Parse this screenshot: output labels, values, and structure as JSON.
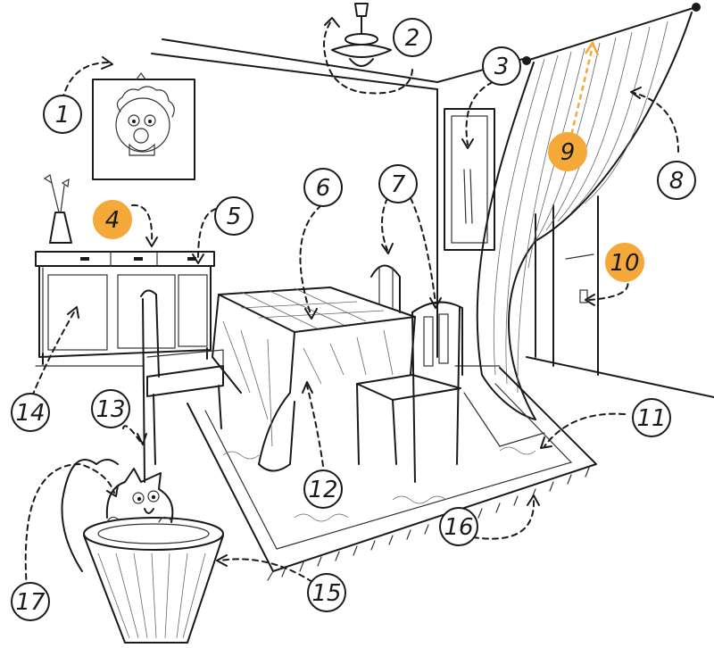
{
  "labels": [
    {
      "id": "1",
      "text": "1",
      "highlight": false
    },
    {
      "id": "2",
      "text": "2",
      "highlight": false
    },
    {
      "id": "3",
      "text": "3",
      "highlight": false
    },
    {
      "id": "4",
      "text": "4",
      "highlight": true
    },
    {
      "id": "5",
      "text": "5",
      "highlight": false
    },
    {
      "id": "6",
      "text": "6",
      "highlight": false
    },
    {
      "id": "7",
      "text": "7",
      "highlight": false
    },
    {
      "id": "8",
      "text": "8",
      "highlight": false
    },
    {
      "id": "9",
      "text": "9",
      "highlight": true
    },
    {
      "id": "10",
      "text": "10",
      "highlight": true
    },
    {
      "id": "11",
      "text": "11",
      "highlight": false
    },
    {
      "id": "12",
      "text": "12",
      "highlight": false
    },
    {
      "id": "13",
      "text": "13",
      "highlight": false
    },
    {
      "id": "14",
      "text": "14",
      "highlight": false
    },
    {
      "id": "15",
      "text": "15",
      "highlight": false
    },
    {
      "id": "16",
      "text": "16",
      "highlight": false
    },
    {
      "id": "17",
      "text": "17",
      "highlight": false
    }
  ],
  "colors": {
    "highlight": "#f4a93a",
    "ink": "#1a1a1a",
    "paper": "#ffffff"
  }
}
